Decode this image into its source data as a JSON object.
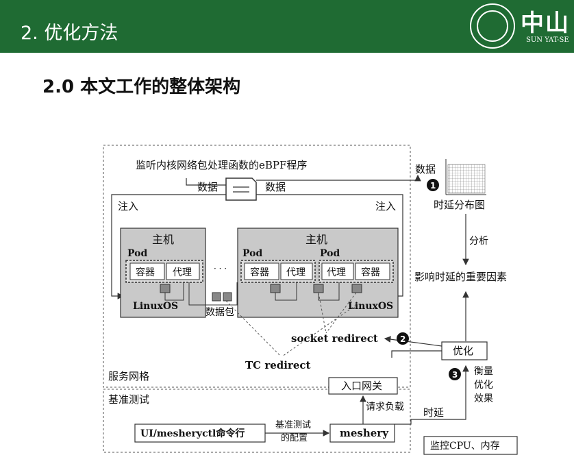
{
  "header": {
    "title": "2. 优化方法",
    "logo_text": "中山",
    "logo_sub": "SUN YAT-SE"
  },
  "slide": {
    "subtitle": "2.0 本文工作的整体架构"
  },
  "diagram": {
    "ebpf_program": "监听内核网络包处理函数的eBPF程序",
    "data": "数据",
    "inject": "注入",
    "host": "主机",
    "pod": "Pod",
    "container": "容器",
    "proxy": "代理",
    "linuxos": "LinuxOS",
    "ellipsis": "· · ·",
    "packet": "数据包",
    "socket_redirect": "socket redirect",
    "tc_redirect": "TC redirect",
    "service_mesh": "服务网格",
    "benchmark": "基准测试",
    "ingress": "入口网关",
    "request_load": "请求负载",
    "cli": "UI/mesheryctl命令行",
    "bench_config_1": "基准测试",
    "bench_config_2": "的配置",
    "meshery": "meshery",
    "latency": "时延",
    "monitor": "监控CPU、内存",
    "latency_dist": "时延分布图",
    "analyze": "分析",
    "factors": "影响时延的重要因素",
    "optimize": "优化",
    "measure_1": "衡量",
    "measure_2": "优化",
    "measure_3": "效果",
    "step1": "1",
    "step2": "2",
    "step3": "3"
  },
  "colors": {
    "header_green": "#1f6b33",
    "host_gray": "#c9c9c9",
    "line": "#333333"
  }
}
